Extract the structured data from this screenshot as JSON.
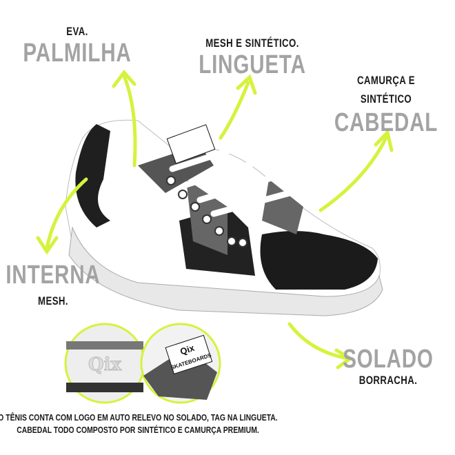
{
  "colors": {
    "accent": "#d6f23c",
    "label_gray": "#a3a3a3",
    "text": "#1a1a1a"
  },
  "callouts": {
    "palmilha": {
      "material": "EVA.",
      "part": "PALMILHA"
    },
    "lingueta": {
      "material": "MESH E SINTÉTICO.",
      "part": "LINGUETA"
    },
    "cabedal": {
      "material_line1": "CAMURÇA E",
      "material_line2": "SINTÉTICO",
      "part": "CABEDAL"
    },
    "interna": {
      "part": "INTERNA",
      "material": "MESH."
    },
    "solado": {
      "part": "SOLADO",
      "material": "BORRACHA."
    }
  },
  "detail_images": {
    "sole_logo": "Qix",
    "tongue_tag_line1": "Qix",
    "tongue_tag_line2": "SKATEBOARDS"
  },
  "caption": {
    "line1": "O TÊNIS CONTA COM LOGO EM AUTO RELEVO NO SOLADO, TAG NA LINGUETA.",
    "line2": "CABEDAL TODO COMPOSTO POR SINTÉTICO E CAMURÇA PREMIUM."
  }
}
